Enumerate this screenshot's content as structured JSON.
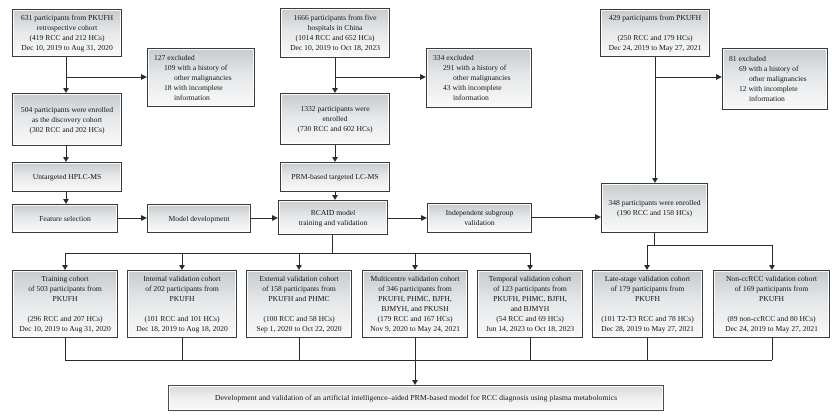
{
  "diagram": {
    "colors": {
      "box_border": "#3a3a3a",
      "box_fill_top": "#c7cbce",
      "box_fill_bottom": "#f9f9f9",
      "connector": "#2b2b2b",
      "text": "#111111"
    },
    "nodes": {
      "discovery_source": {
        "lines": [
          "631 participants from PKUFH",
          "retrospective cohort",
          "(419 RCC and 212 HCs)",
          "Dec 10, 2019 to Aug 31, 2020"
        ]
      },
      "discovery_excluded": {
        "lines": [
          "127 excluded",
          "109 with a history of",
          "other malignancies",
          "18 with incomplete",
          "information"
        ]
      },
      "discovery_enrolled": {
        "lines": [
          "504 participants were enrolled",
          "as the discovery cohort",
          "(302 RCC and 202 HCs)"
        ]
      },
      "untargeted": {
        "lines": [
          "Untargeted HPLC-MS"
        ]
      },
      "feature_selection": {
        "lines": [
          "Feature selection"
        ]
      },
      "model_development": {
        "lines": [
          "Model development"
        ]
      },
      "five_hospital_source": {
        "lines": [
          "1666 participants from five",
          "hospitals in China",
          "(1014 RCC and 652 HCs)",
          "Dec 10, 2019 to Oct 18, 2023"
        ]
      },
      "five_hospital_excluded": {
        "lines": [
          "334 excluded",
          "291 with a history of",
          "other malignancies",
          "43 with incomplete",
          "information"
        ]
      },
      "five_hospital_enrolled": {
        "lines": [
          "1332 participants were",
          "enrolled",
          "(730 RCC and 602 HCs)"
        ]
      },
      "prm": {
        "lines": [
          "PRM-based targeted LC-MS"
        ]
      },
      "rcaid": {
        "lines": [
          "RCAID model",
          "training and validation"
        ]
      },
      "independent_subgroup": {
        "lines": [
          "Independent subgroup",
          "validation"
        ]
      },
      "pkufh_source": {
        "lines": [
          "429 participants from PKUFH",
          "",
          "(250 RCC and 179 HCs)",
          "Dec 24, 2019 to May 27, 2021"
        ]
      },
      "pkufh_excluded": {
        "lines": [
          "81 excluded",
          "69 with a history of",
          "other malignancies",
          "12 with incomplete",
          "information"
        ]
      },
      "enrolled_348": {
        "lines": [
          "348 participants were enrolled",
          "(190 RCC and 158 HCs)"
        ]
      },
      "training_cohort": {
        "lines": [
          "Training cohort",
          "of 503 participants from",
          "PKUFH",
          "",
          "(296 RCC and 207 HCs)",
          "Dec 10, 2019 to Aug 31, 2020"
        ]
      },
      "internal_validation": {
        "lines": [
          "Internal validation cohort",
          "of 202 participants from",
          "PKUFH",
          "",
          "(101 RCC and 101 HCs)",
          "Dec 18, 2019 to Aug 18, 2020"
        ]
      },
      "external_validation": {
        "lines": [
          "External validation cohort",
          "of 158 participants from",
          "PKUFH and PHMC",
          "",
          "(100 RCC and 58 HCs)",
          "Sep 1, 2020 to Oct 22, 2020"
        ]
      },
      "multicentre_validation": {
        "lines": [
          "Multicentre validation cohort",
          "of 346 participants from",
          "PKUFH, PHMC, BJFH,",
          "BJMYH, and PKUSH",
          "(179 RCC and 167 HCs)",
          "Nov 9, 2020 to May 24, 2021"
        ]
      },
      "temporal_validation": {
        "lines": [
          "Temporal validation cohort",
          "of 123 participants from",
          "PKUFH, PHMC, BJFH,",
          "and BJMYH",
          "(54 RCC and 69 HCs)",
          "Jun 14, 2023 to Oct 18, 2023"
        ]
      },
      "late_stage_validation": {
        "lines": [
          "Late-stage validation cohort",
          "of 179 participants from",
          "PKUFH",
          "",
          "(101 T2-T3 RCC and 78 HCs)",
          "Dec 28, 2019 to May 27, 2021"
        ]
      },
      "non_ccrcc_validation": {
        "lines": [
          "Non-ccRCC validation cohort",
          "of 169 participants from",
          "PKUFH",
          "",
          "(89 non-ccRCC and 80 HCs)",
          "Dec 24, 2019 to May 27, 2021"
        ]
      }
    },
    "banner": "Development and validation of an artificial intelligence–aided PRM-based model for RCC diagnosis using plasma metabolomics"
  }
}
